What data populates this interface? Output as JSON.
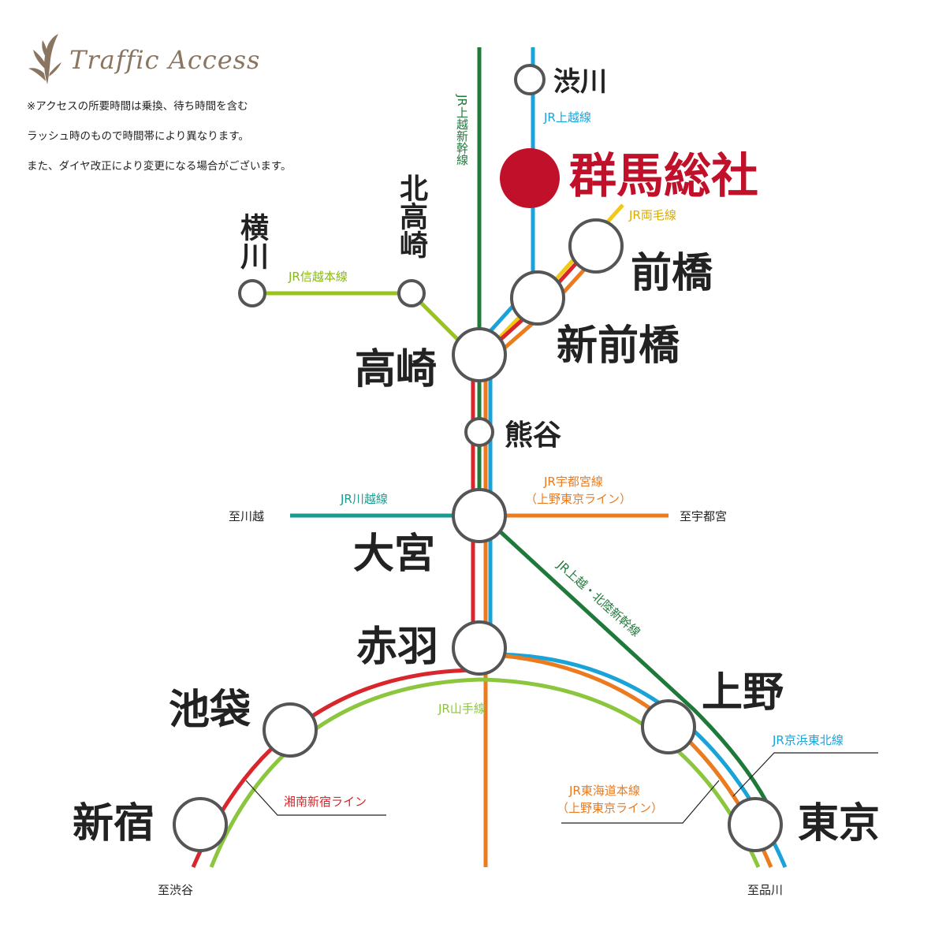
{
  "header": {
    "logo_text": "Traffic Access",
    "notes": [
      "※アクセスの所要時間は乗換、待ち時間を含む",
      "ラッシュ時のもので時間帯により異なります。",
      "また、ダイヤ改正により変更になる場合がございます。"
    ]
  },
  "colors": {
    "joetsu_shinkansen": "#1f7a3a",
    "joetsu_line": "#1aa3d9",
    "ryomo_line": "#f2c816",
    "shonan_shinjuku": "#d9262c",
    "utsunomiya_line": "#ec7a1e",
    "yamanote_line": "#8cc63f",
    "shinetsu_line": "#9ac31c",
    "kawagoe_line": "#1a9b8f",
    "keihin_tohoku": "#1aa3d9",
    "highlight": "#c0102a"
  },
  "stations": {
    "shibukawa": "渋川",
    "gunma_soja": "群馬総社",
    "maebashi": "前橋",
    "shin_maebashi": "新前橋",
    "takasaki": "高崎",
    "kita_takasaki": "北高崎",
    "yokokawa": "横川",
    "kumagaya": "熊谷",
    "omiya": "大宮",
    "akabane": "赤羽",
    "ikebukuro": "池袋",
    "shinjuku": "新宿",
    "ueno": "上野",
    "tokyo": "東京"
  },
  "lines": {
    "joetsu_shinkansen": "JR上越新幹線",
    "joetsu_line": "JR上越線",
    "ryomo_line": "JR両毛線",
    "shinetsu_line": "JR信越本線",
    "kawagoe_line": "JR川越線",
    "utsunomiya_line": "JR宇都宮線",
    "ueno_tokyo_line_1": "（上野東京ライン）",
    "joetsu_hokuriku_shinkansen": "JR上越・北陸新幹線",
    "yamanote_line": "JR山手線",
    "shonan_shinjuku_line": "湘南新宿ライン",
    "tokaido_line": "JR東海道本線",
    "ueno_tokyo_line_2": "（上野東京ライン）",
    "keihin_tohoku_line": "JR京浜東北線"
  },
  "destinations": {
    "kawagoe": "至川越",
    "utsunomiya": "至宇都宮",
    "shibuya": "至渋谷",
    "shinagawa": "至品川"
  }
}
